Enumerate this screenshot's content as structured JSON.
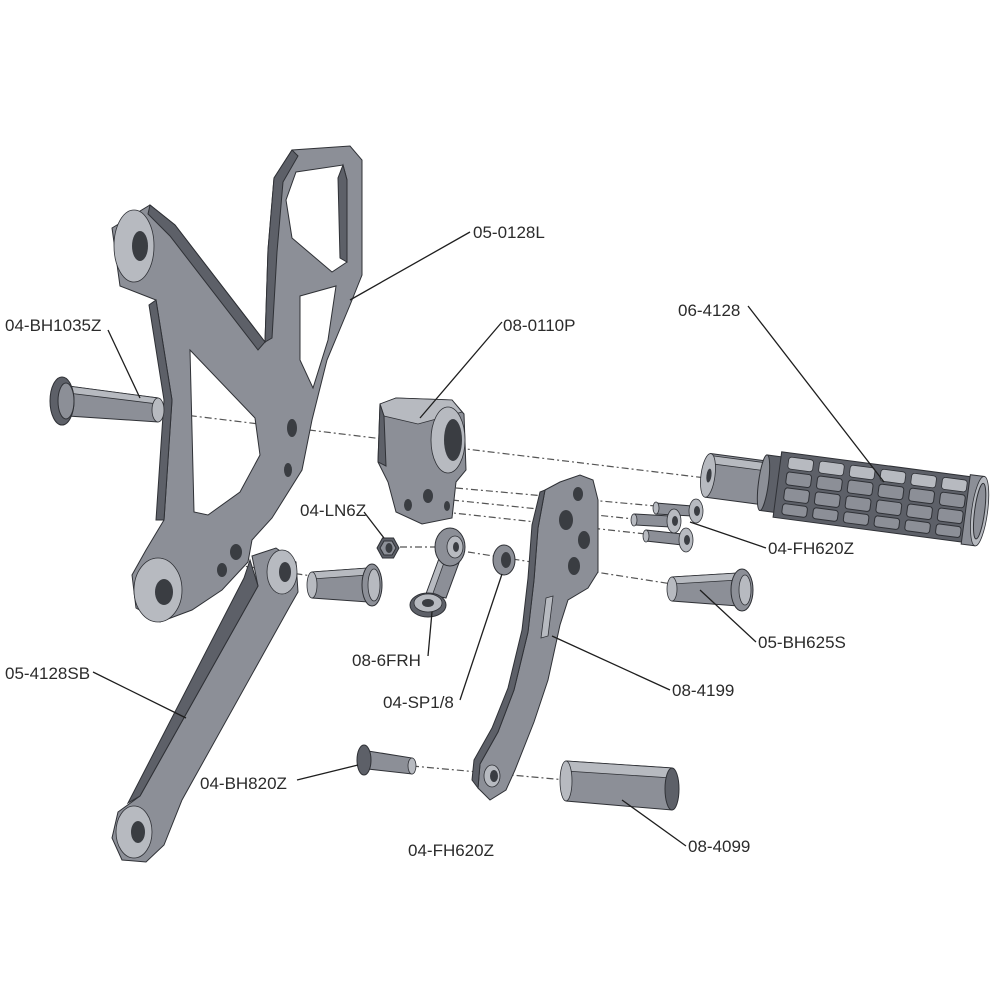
{
  "callouts": {
    "bracket": "05-0128L",
    "pivot_bolt": "04-BH1035Z",
    "peg_mount": "08-0110P",
    "foot_peg": "06-4128",
    "nut": "04-LN6Z",
    "mount_screws": "04-FH620Z",
    "lever_bolt": "05-BH625S",
    "linkage": "05-4128SB",
    "rod_end": "08-6FRH",
    "spacer": "04-SP1/8",
    "shift_lever": "08-4199",
    "small_bolt": "04-BH820Z",
    "bottom_note": "04-FH620Z",
    "sleeve": "08-4099"
  },
  "colors": {
    "part": "#8c8f97",
    "dark": "#5d6068",
    "light": "#b7bac0",
    "hole": "#3a3d42",
    "outline": "#2f3136",
    "center": "#555555",
    "leader": "#1e1e1e",
    "text": "#2b2b2b"
  }
}
